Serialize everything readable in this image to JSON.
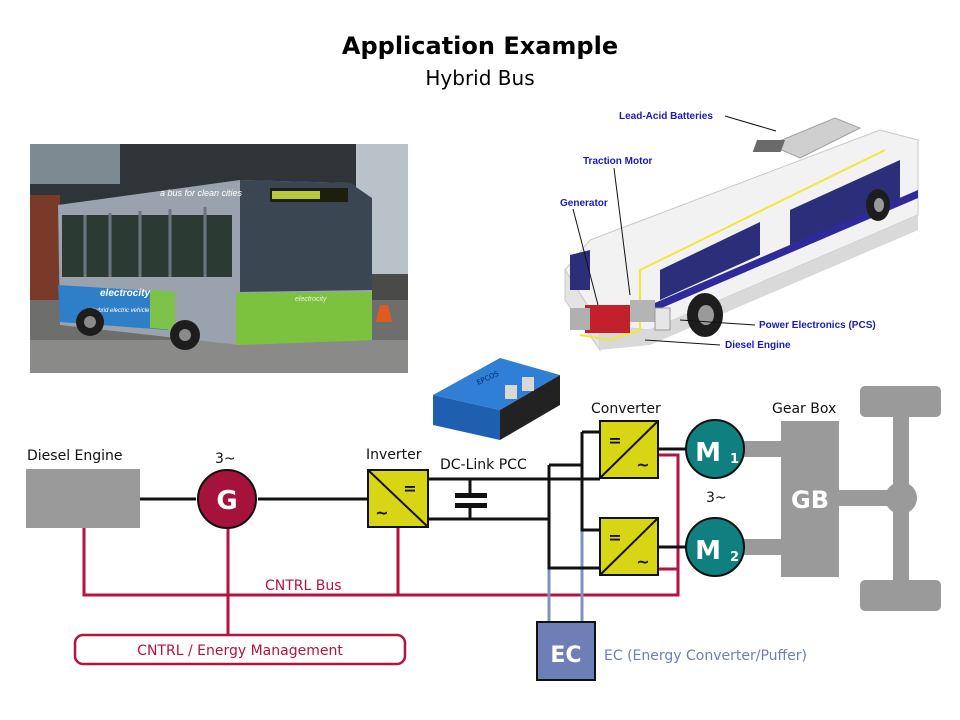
{
  "header": {
    "title": "Application Example",
    "subtitle": "Hybrid Bus"
  },
  "photo": {
    "description": "Photo of electrocity hybrid bus",
    "roof_text": "a bus for clean cities",
    "side_brand": "electrocity",
    "side_tagline": "hybrid electric vehicle",
    "front_brand": "electrocity"
  },
  "cutaway": {
    "labels": {
      "batteries": "Lead-Acid Batteries",
      "traction_motor": "Traction Motor",
      "generator": "Generator",
      "power_electronics": "Power Electronics (PCS)",
      "diesel_engine": "Diesel Engine"
    }
  },
  "capacitor_product": {
    "brand": "EPCOS"
  },
  "diagram": {
    "diesel_engine_label": "Diesel Engine",
    "generator_phase": "3~",
    "generator_symbol": "G",
    "inverter_label": "Inverter",
    "dc_link_label": "DC-Link PCC",
    "converter_label": "Converter",
    "motor1_symbol": "M",
    "motor1_index": "1",
    "motor2_symbol": "M",
    "motor2_index": "2",
    "motor_phase": "3~",
    "gearbox_label": "Gear Box",
    "gearbox_symbol": "GB",
    "cntrl_bus_label": "CNTRL Bus",
    "energy_mgmt_label": "CNTRL / Energy Management",
    "ec_symbol": "EC",
    "ec_label": "EC (Energy Converter/Puffer)",
    "dc_symbol": "=",
    "ac_symbol": "~",
    "colors": {
      "control_bus": "#b5123f",
      "generator": "#a5123c",
      "motor": "#0f7f7f",
      "converter": "#d8d514",
      "ec": "#6e7fb8",
      "gray_block": "#9a9a9a"
    }
  }
}
